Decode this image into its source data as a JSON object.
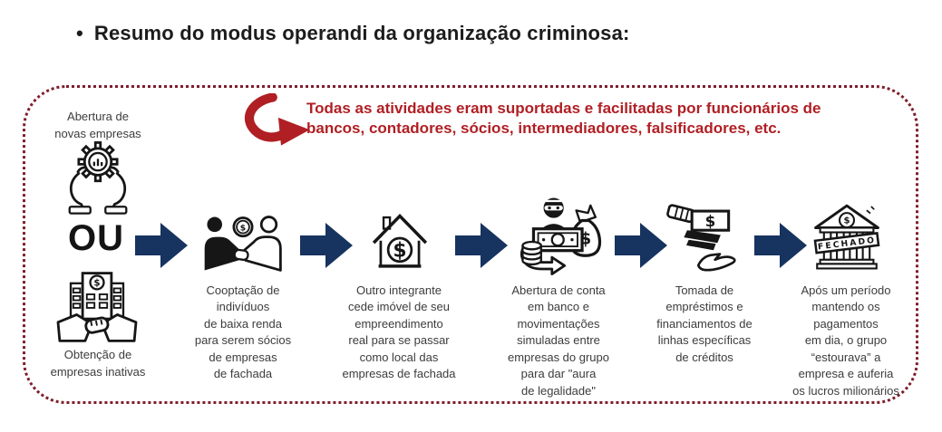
{
  "title": {
    "bullet": "•",
    "text": "Resumo do modus operandi da organização criminosa:"
  },
  "colors": {
    "accent_red": "#b01f24",
    "border_red": "#7e1e2b",
    "arrow_navy": "#17335f",
    "icon_ink": "#161616",
    "title_ink": "#1c1c1c",
    "label_ink": "#3c3c3c"
  },
  "callout": {
    "text": "Todas as atividades eram suportadas e facilitadas por funcionários de\nbancos, contadores, sócios, intermediadores, falsificadores, etc."
  },
  "or_group": {
    "top_label": "Abertura de\nnovas empresas",
    "or_text": "OU",
    "bottom_label": "Obtenção de\nempresas inativas"
  },
  "steps": [
    {
      "icon": "people-handshake-icon",
      "label": "Cooptação de\nindivíduos\nde baixa renda\npara serem sócios\nde empresas\nde fachada"
    },
    {
      "icon": "house-dollar-icon",
      "label": "Outro integrante\ncede imóvel de seu\nempreendimento\nreal para se passar\ncomo local das\nempresas de fachada"
    },
    {
      "icon": "thief-money-icon",
      "label": "Abertura de conta\nem banco e\nmovimentações\nsimuladas entre\nempresas do grupo\npara dar \"aura\nde legalidade\""
    },
    {
      "icon": "money-exchange-hands-icon",
      "label": "Tomada de\nempréstimos e\nfinanciamentos de\nlinhas específicas\nde créditos"
    },
    {
      "icon": "closed-bank-icon",
      "label": "Após um período\nmantendo os\npagamentos\nem dia, o grupo\n“estourava” a\nempresa e auferia\nos lucros milionários"
    }
  ],
  "icon_text": {
    "dollar": "$",
    "bank_banner": "FECHADO"
  }
}
